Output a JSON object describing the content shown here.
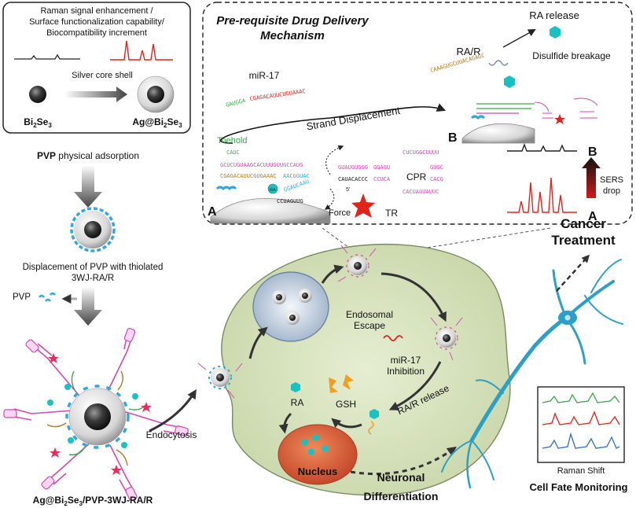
{
  "panel_left": {
    "line1": "Raman signal enhancement /",
    "line2": "Surface functionalization capability/",
    "line3": "Biocompatibility increment",
    "arrow_label": "Silver core shell",
    "label_core": "Bi",
    "label_core_sub1": "2",
    "label_core_mid": "Se",
    "label_core_sub2": "3",
    "label_shell_a": "Ag@Bi",
    "label_shell_sub1": "2",
    "label_shell_mid": "Se",
    "label_shell_sub2": "3"
  },
  "steps": {
    "pvp_bold": "PVP",
    "pvp_rest": " physical adsorption",
    "displacement_line1": "Displacement of PVP with thiolated",
    "displacement_line2": "3WJ-RA/R",
    "pvp_small": "PVP",
    "final_a": "Ag@Bi",
    "final_sub1": "2",
    "final_mid": "Se",
    "final_sub2": "3",
    "final_rest": "/PVP-3WJ-RA/R",
    "endocytosis": "Endocytosis"
  },
  "mechanism": {
    "title_line1": "Pre-requisite Drug Delivery",
    "title_line2": "Mechanism",
    "mir17": "miR-17",
    "mir17_seq_a": "GAUGGA",
    "mir17_seq_b": "CGAGACAUUCUGUAAAC",
    "toehold": "Toehold",
    "toehold_seq": "CAUC",
    "strand_displacement": "Strand Displacement",
    "ra_release": "RA release",
    "rar": "RA/R",
    "rar_seq": "CAAAGUGCUUACAGAGC",
    "disulfide": "Disulfide breakage",
    "label_a": "A",
    "label_b": "B",
    "seq_a_top": "GCUCUGUAAGCACUUUGUUGCCAUG",
    "seq_a_bot": "CGAGACAUUCGUGAAAC",
    "seq_a_cyan": "AACGGUAC",
    "seq_mid_1": "GUAUGUGGG",
    "seq_mid_2": "GGAGU",
    "seq_mid_3": "CAUACACCC",
    "seq_mid_4": "CCUCA",
    "seq_cpr_1": "CUCUGGCUUUU",
    "seq_cpr_2": "GUGC",
    "seq_cpr_3": "CACG",
    "seq_cpr_4": "CACUAGUAUUC",
    "seq_loop_1": "GGAUCAAU",
    "seq_loop_2": "CCUAGUUG",
    "five_prime": "5'",
    "ra_bead": "RA",
    "cpr": "CPR",
    "force": "Force",
    "tr": "TR",
    "sers_drop": "SERS",
    "sers_drop2": "drop",
    "spec_a": "A",
    "spec_b": "B"
  },
  "cell": {
    "endosomal_1": "Endosomal",
    "endosomal_2": "Escape",
    "mir17_inhib_1": "miR-17",
    "mir17_inhib_2": "Inhibition",
    "gsh": "GSH",
    "ra": "RA",
    "rar_release": "RA/R release",
    "nucleus": "Nucleus"
  },
  "right": {
    "cancer_1": "Cancer",
    "cancer_2": "Treatment",
    "neuronal": "Neuronal",
    "differentiation": "Differentiation",
    "raman_shift": "Raman Shift",
    "cell_fate": "Cell Fate Monitoring"
  },
  "colors": {
    "red_spectrum": "#e2231a",
    "black_spectrum": "#222222",
    "cell_fill": "#dfe8c8",
    "pvp_blue": "#2fa8e0",
    "neuron": "#2aa0c8",
    "pink_strand": "#d04ab0",
    "green_strand": "#3aa64a",
    "brown_strand": "#b07a20",
    "cyan_drug": "#19c2c2",
    "nucleus": "#e06a3c"
  }
}
